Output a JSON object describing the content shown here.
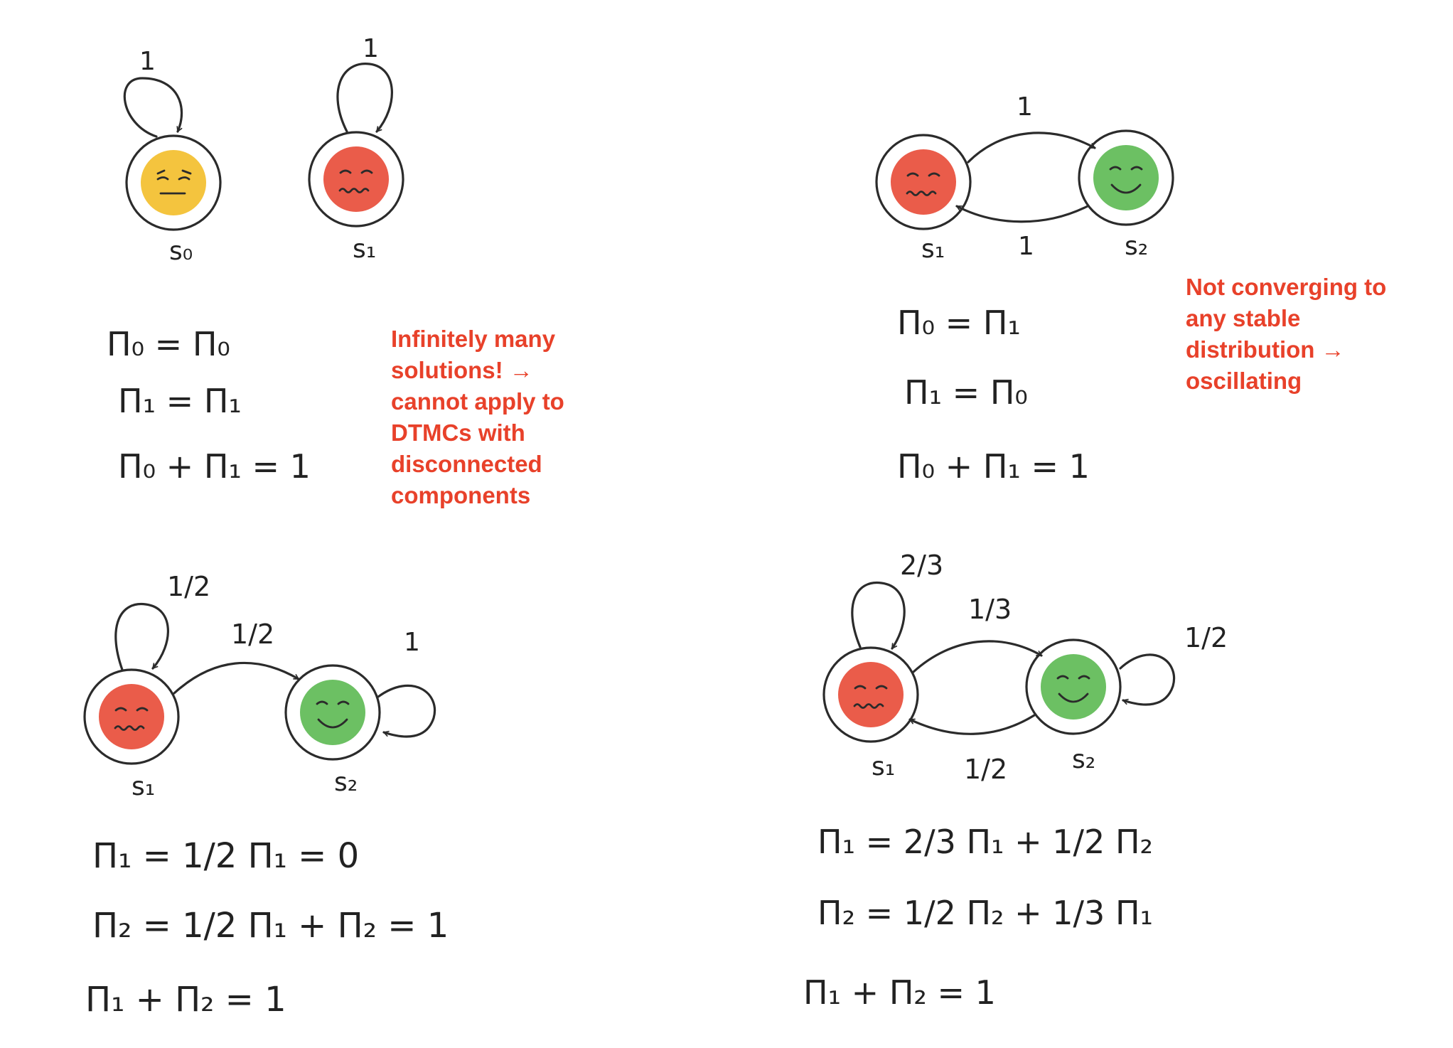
{
  "colors": {
    "note_red": "#e8412a",
    "yellow": "#f4c43e",
    "red": "#ea5c4a",
    "green": "#6cc063",
    "ink": "#2b2b2b"
  },
  "panels": {
    "tl": {
      "states": [
        {
          "label": "s₀",
          "face": "yellow-squint-face"
        },
        {
          "label": "s₁",
          "face": "red-wavy-face"
        }
      ],
      "edge_labels": [
        "1",
        "1"
      ],
      "equations": [
        "Π₀ = Π₀",
        "Π₁ = Π₁",
        "Π₀ + Π₁ = 1"
      ],
      "note": [
        "Infinitely many",
        "solutions! →",
        "cannot apply to",
        "DTMCs with",
        "disconnected",
        "components"
      ]
    },
    "tr": {
      "states": [
        {
          "label": "s₁",
          "face": "red-wavy-face"
        },
        {
          "label": "s₂",
          "face": "green-smile-face"
        }
      ],
      "edge_labels": [
        "1",
        "1"
      ],
      "equations": [
        "Π₀ = Π₁",
        "Π₁ = Π₀",
        "Π₀ + Π₁ = 1"
      ],
      "note": [
        "Not converging to",
        "any stable",
        "distribution →",
        "oscillating"
      ]
    },
    "bl": {
      "states": [
        {
          "label": "s₁",
          "face": "red-wavy-face"
        },
        {
          "label": "s₂",
          "face": "green-smile-face"
        }
      ],
      "edge_labels": [
        "1/2",
        "1/2",
        "1"
      ],
      "equations": [
        "Π₁ = 1/2 Π₁ = 0",
        "Π₂ = 1/2 Π₁ + Π₂ = 1",
        "Π₁ + Π₂ = 1"
      ]
    },
    "br": {
      "states": [
        {
          "label": "s₁",
          "face": "red-wavy-face"
        },
        {
          "label": "s₂",
          "face": "green-smile-face"
        }
      ],
      "edge_labels": [
        "2/3",
        "1/3",
        "1/2",
        "1/2"
      ],
      "equations": [
        "Π₁ = 2/3 Π₁ + 1/2 Π₂",
        "Π₂ = 1/2 Π₂ + 1/3 Π₁",
        "Π₁ + Π₂ = 1"
      ]
    }
  }
}
